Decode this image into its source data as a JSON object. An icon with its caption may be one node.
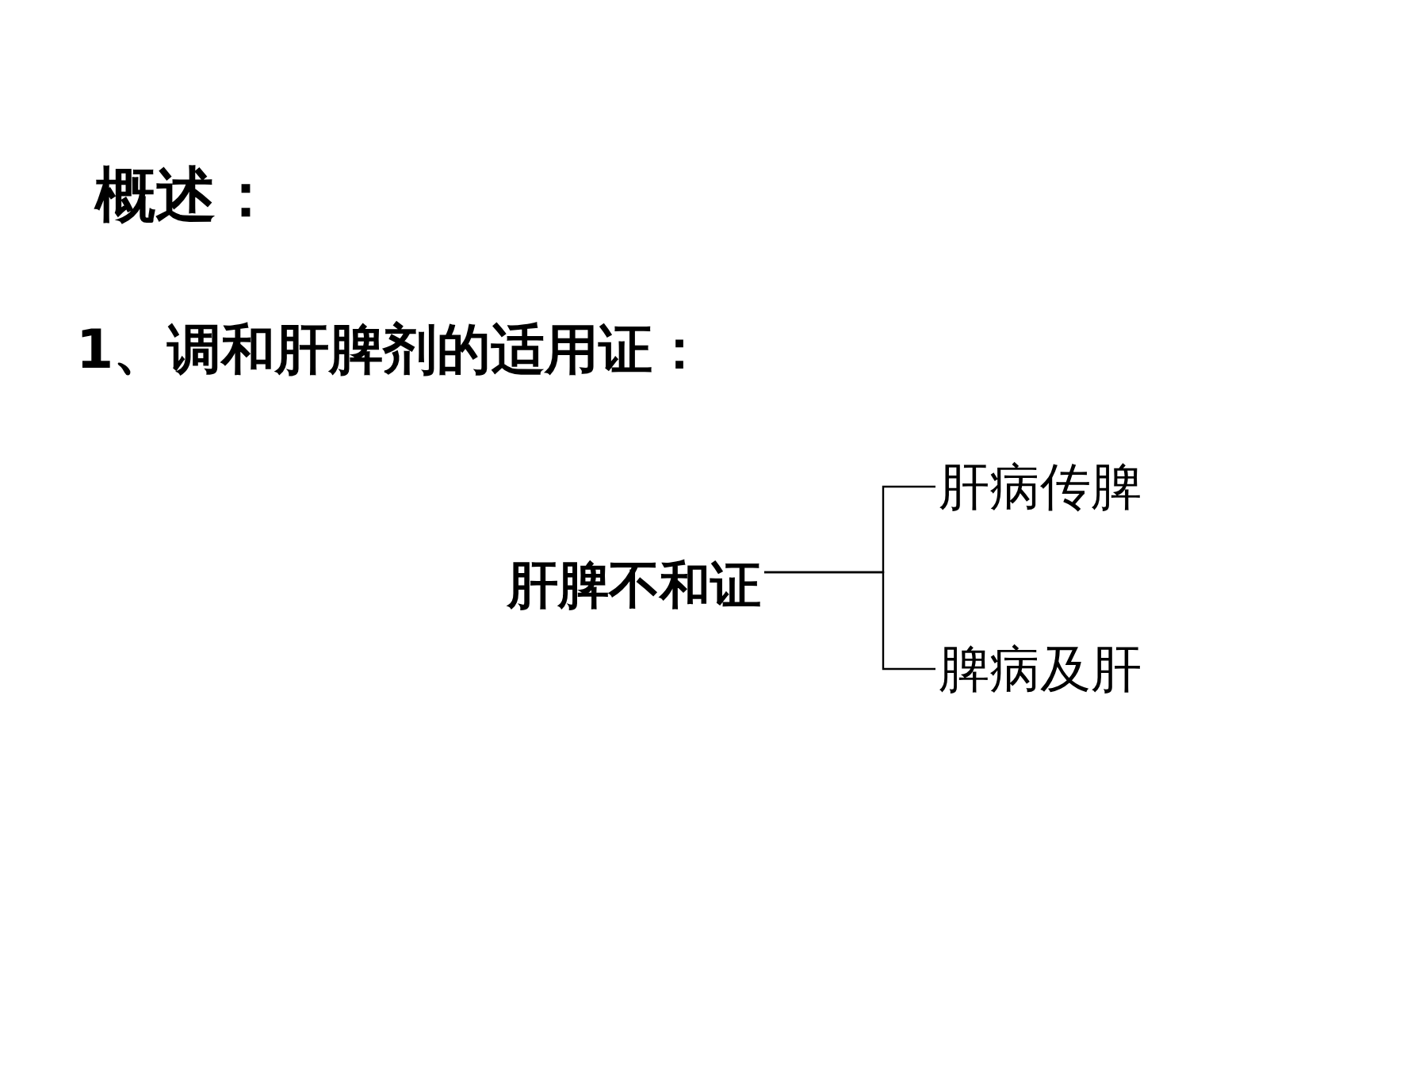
{
  "diagram": {
    "title": "概述：",
    "nodes": [
      {
        "text": [
          "肝脾不和证"
        ]
      },
      {
        "text": [
          "肝病传脾"
        ]
      },
      {
        "text": [
          "脾病及肝"
        ]
      }
    ],
    "edges": [
      {
        "from": 0,
        "to": 1,
        "arrow": "none"
      },
      {
        "from": 0,
        "to": 2,
        "arrow": "none"
      }
    ],
    "labels": [
      "1、调和肝脾剂的适用证："
    ]
  }
}
